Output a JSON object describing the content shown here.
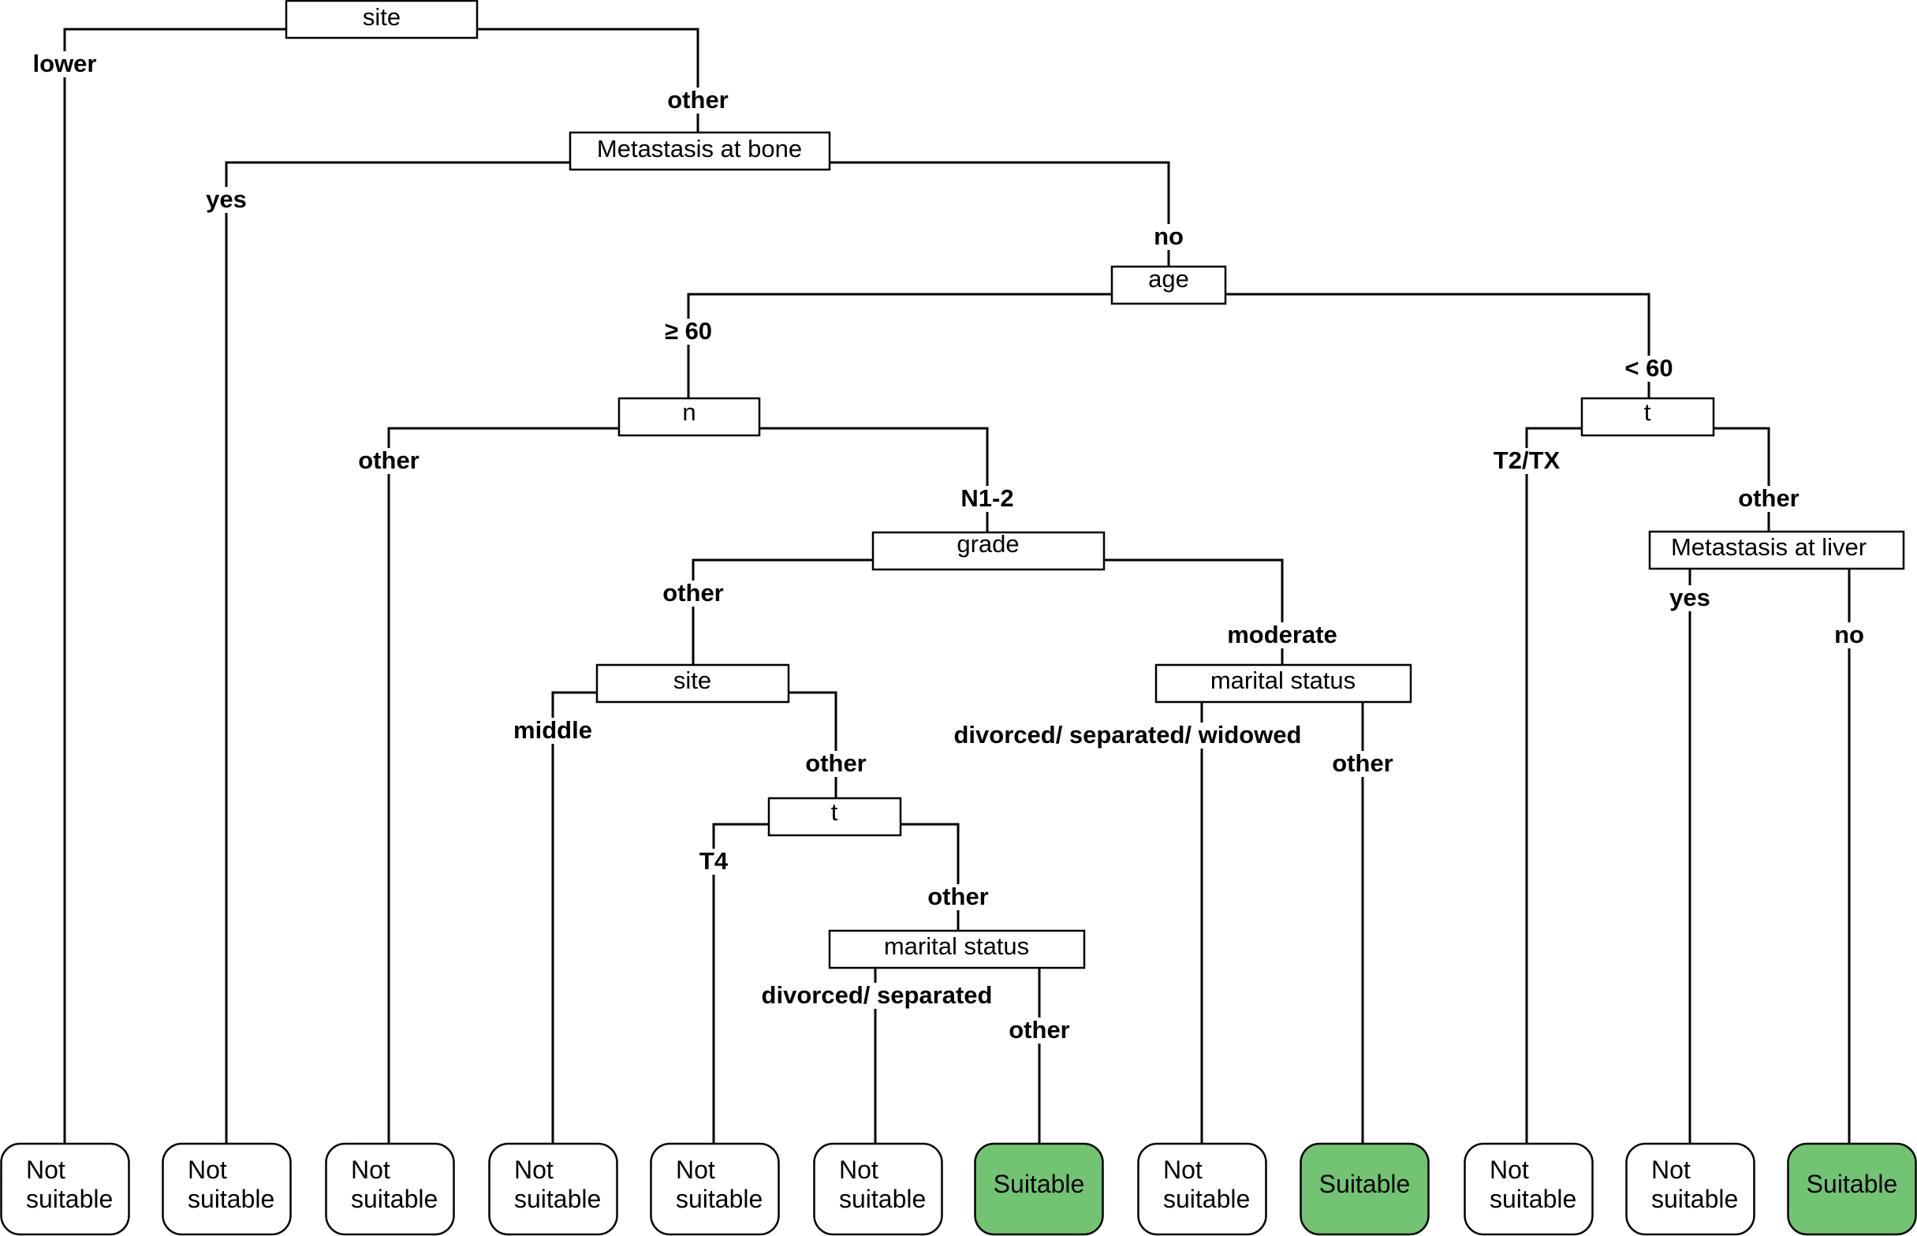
{
  "colors": {
    "suitable_fill": "#72c473",
    "not_suitable_fill": "#ffffff",
    "line": "#000000"
  },
  "nodes": {
    "site_root": "site",
    "bone": "Metastasis at bone",
    "age": "age",
    "n": "n",
    "t_young": "t",
    "grade": "grade",
    "liver": "Metastasis at liver",
    "site_inner": "site",
    "marital_moderate": "marital status",
    "t_inner": "t",
    "marital_inner": "marital status"
  },
  "edges": {
    "lower": "lower",
    "other_site": "other",
    "yes_bone": "yes",
    "no_bone": "no",
    "age_ge60": "≥ 60",
    "age_lt60": "< 60",
    "n_other": "other",
    "n_n12": "N1-2",
    "t_t2tx": "T2/TX",
    "t_other": "other",
    "grade_other": "other",
    "grade_moderate": "moderate",
    "liver_yes": "yes",
    "liver_no": "no",
    "site_middle": "middle",
    "site_other": "other",
    "ms_divorced_widowed": "divorced/ separated/ widowed",
    "ms_other": "other",
    "t_t4": "T4",
    "t_inner_other": "other",
    "ms_divorced": "divorced/ separated",
    "ms_inner_other": "other"
  },
  "leaves": [
    {
      "lines": [
        "Not",
        "suitable"
      ],
      "suitable": false
    },
    {
      "lines": [
        "Not",
        "suitable"
      ],
      "suitable": false
    },
    {
      "lines": [
        "Not",
        "suitable"
      ],
      "suitable": false
    },
    {
      "lines": [
        "Not",
        "suitable"
      ],
      "suitable": false
    },
    {
      "lines": [
        "Not",
        "suitable"
      ],
      "suitable": false
    },
    {
      "lines": [
        "Not",
        "suitable"
      ],
      "suitable": false
    },
    {
      "lines": [
        "Suitable"
      ],
      "suitable": true
    },
    {
      "lines": [
        "Not",
        "suitable"
      ],
      "suitable": false
    },
    {
      "lines": [
        "Suitable"
      ],
      "suitable": true
    },
    {
      "lines": [
        "Not",
        "suitable"
      ],
      "suitable": false
    },
    {
      "lines": [
        "Not",
        "suitable"
      ],
      "suitable": false
    },
    {
      "lines": [
        "Suitable"
      ],
      "suitable": true
    }
  ]
}
